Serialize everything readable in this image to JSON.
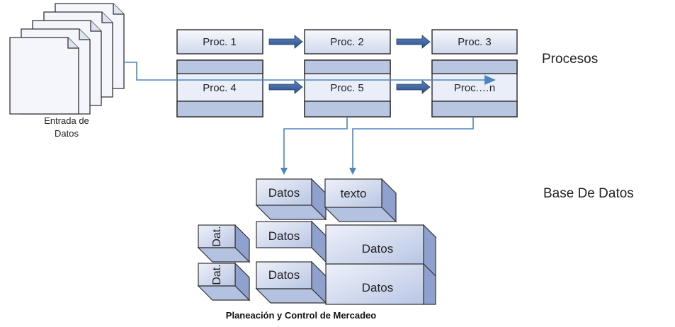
{
  "input": {
    "label_line1": "Entrada de",
    "label_line2": "Datos"
  },
  "processes": {
    "heading": "Procesos",
    "row1": [
      "Proc. 1",
      "Proc. 2",
      "Proc. 3"
    ],
    "row2": [
      "Proc. 4",
      "Proc. 5",
      "Proc.…n"
    ]
  },
  "database": {
    "heading": "Base De Datos",
    "top": [
      "Datos",
      "texto"
    ],
    "small": [
      "Dat.",
      "Dat."
    ],
    "mid": [
      "Datos",
      "Datos"
    ],
    "large": [
      "Datos",
      "Datos"
    ]
  },
  "caption": "Planeación y Control de Mercadeo",
  "colors": {
    "box_top": "#f4f6fb",
    "box_bottom": "#cdd6ea",
    "band": "#b9c6e2",
    "border": "#2b2b2b",
    "arrow": "#3f6fa8",
    "connector": "#4a86c0",
    "cube_front": "#dfe5f3",
    "cube_side": "#8fa2cf",
    "cube_top": "#b4c2e2"
  }
}
